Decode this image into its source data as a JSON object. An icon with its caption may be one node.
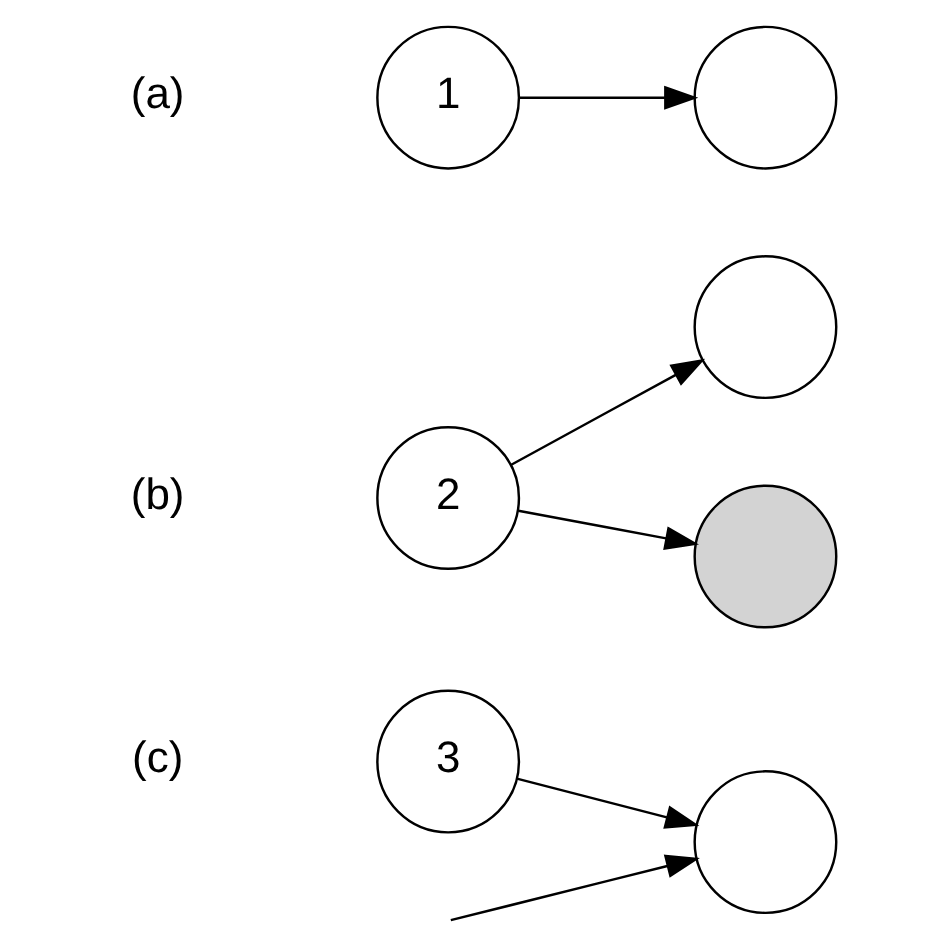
{
  "diagram": {
    "nodes": [
      {
        "text": [
          "1"
        ]
      },
      {
        "text": [],
        "shape": "circle"
      },
      {
        "text": [
          "2"
        ]
      },
      {
        "text": [],
        "shape": "circle"
      },
      {
        "text": [],
        "shape": "circle"
      },
      {
        "text": [
          "3"
        ]
      },
      {
        "text": [],
        "shape": "circle"
      }
    ],
    "edges": [
      {
        "from": 0,
        "to": 1,
        "arrow": "to"
      },
      {
        "from": 2,
        "to": 3,
        "arrow": "to"
      },
      {
        "from": 2,
        "to": 4,
        "arrow": "to"
      },
      {
        "from": 5,
        "to": 6,
        "arrow": "to"
      },
      {
        "from": null,
        "to": 6,
        "arrow": "to"
      }
    ],
    "labels": [
      "(a)",
      "(b)",
      "(c)"
    ]
  }
}
